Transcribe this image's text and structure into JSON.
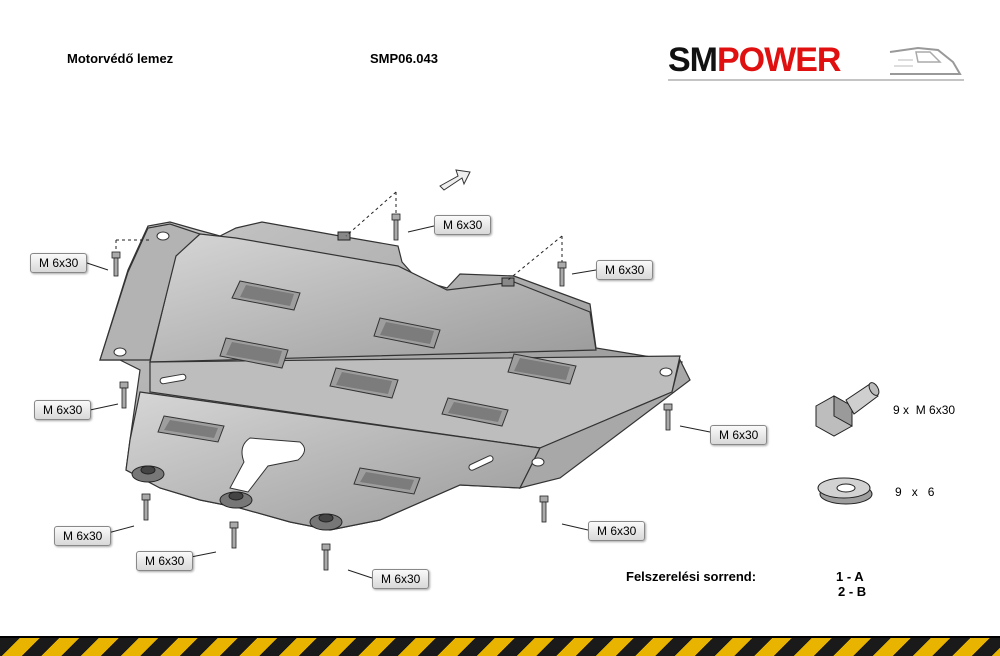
{
  "header": {
    "title": "Motorvédő lemez",
    "code": "SMP06.043",
    "brand_sm": "SM",
    "brand_power": "POWER"
  },
  "callouts": [
    {
      "id": "left-top",
      "text": "M 6x30"
    },
    {
      "id": "center-top",
      "text": "M 6x30"
    },
    {
      "id": "right-top",
      "text": "M 6x30"
    },
    {
      "id": "left-mid",
      "text": "M 6x30"
    },
    {
      "id": "right-mid",
      "text": "M 6x30"
    },
    {
      "id": "bottom-left",
      "text": "M 6x30"
    },
    {
      "id": "bottom-center-left",
      "text": "M 6x30"
    },
    {
      "id": "bottom-center",
      "text": "M 6x30"
    },
    {
      "id": "bottom-right",
      "text": "M 6x30"
    }
  ],
  "parts": {
    "bolt": {
      "qty": "9 x",
      "size": "M 6x30"
    },
    "washer": {
      "qty": "9",
      "sep": "x",
      "size": "6"
    }
  },
  "sequence": {
    "label": "Felszerelési sorrend:",
    "steps": [
      "1 - A",
      "2 - B"
    ]
  },
  "colors": {
    "brand_red": "#e01010",
    "hazard_yellow": "#e8b400",
    "hazard_black": "#1a1a1a"
  }
}
